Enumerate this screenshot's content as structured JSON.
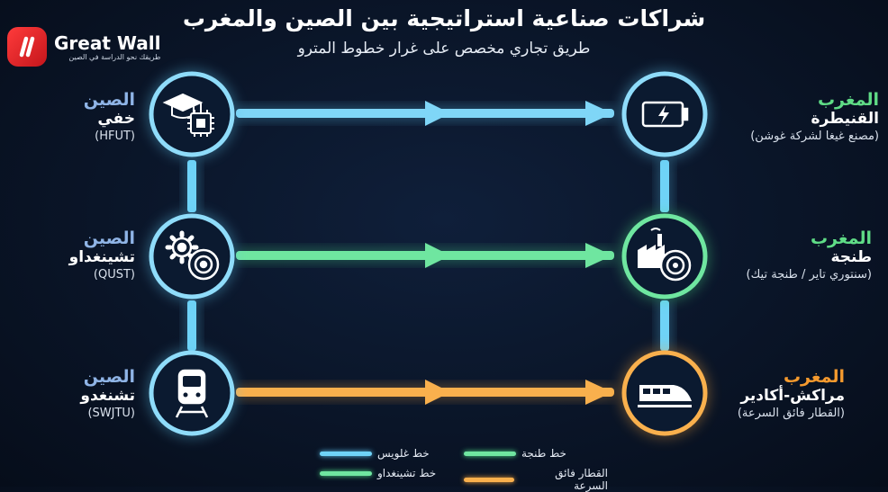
{
  "header": {
    "title": "شراكات صناعية استراتيجية بين الصين والمغرب",
    "subtitle": "طريق تجاري مخصص على غرار خطوط المترو"
  },
  "logo": {
    "name": "Great Wall",
    "tagline": "طريقك نحو الدراسة في الصين"
  },
  "colors": {
    "blue": "#5ec8f2",
    "green": "#4fe08a",
    "orange": "#f7a53a",
    "china_label": "#8fb4e6",
    "morocco_label": "#5fdc86",
    "morocco_label_orange": "#f59a2e"
  },
  "stations": {
    "china": [
      {
        "country": "الصين",
        "city": "خفي",
        "code": "(HFUT)",
        "icon": "graduation-cap-chip-icon"
      },
      {
        "country": "الصين",
        "city": "تشينغداو",
        "code": "(QUST)",
        "icon": "gear-tire-icon"
      },
      {
        "country": "الصين",
        "city": "تشنغدو",
        "code": "(SWJTU)",
        "icon": "train-icon"
      }
    ],
    "morocco": [
      {
        "country": "المغرب",
        "city": "القنيطرة",
        "detail": "(مصنع غيغا لشركة غوشن)",
        "icon": "battery-icon"
      },
      {
        "country": "المغرب",
        "city": "طنجة",
        "detail": "(سنتوري تاير / طنجة تيك)",
        "icon": "factory-tire-icon"
      },
      {
        "country": "المغرب",
        "city": "مراكش-أكادير",
        "detail": "(القطار فائق السرعة)",
        "icon": "high-speed-train-icon"
      }
    ]
  },
  "legend": [
    {
      "label": "خط غلويس",
      "color": "#5ec8f2"
    },
    {
      "label": "خط طنجة",
      "color": "#4fe08a"
    },
    {
      "label": "خط تشينغداو",
      "color": "#4fe08a"
    },
    {
      "label": "القطار فائق السرعة",
      "color": "#f7a53a"
    }
  ]
}
